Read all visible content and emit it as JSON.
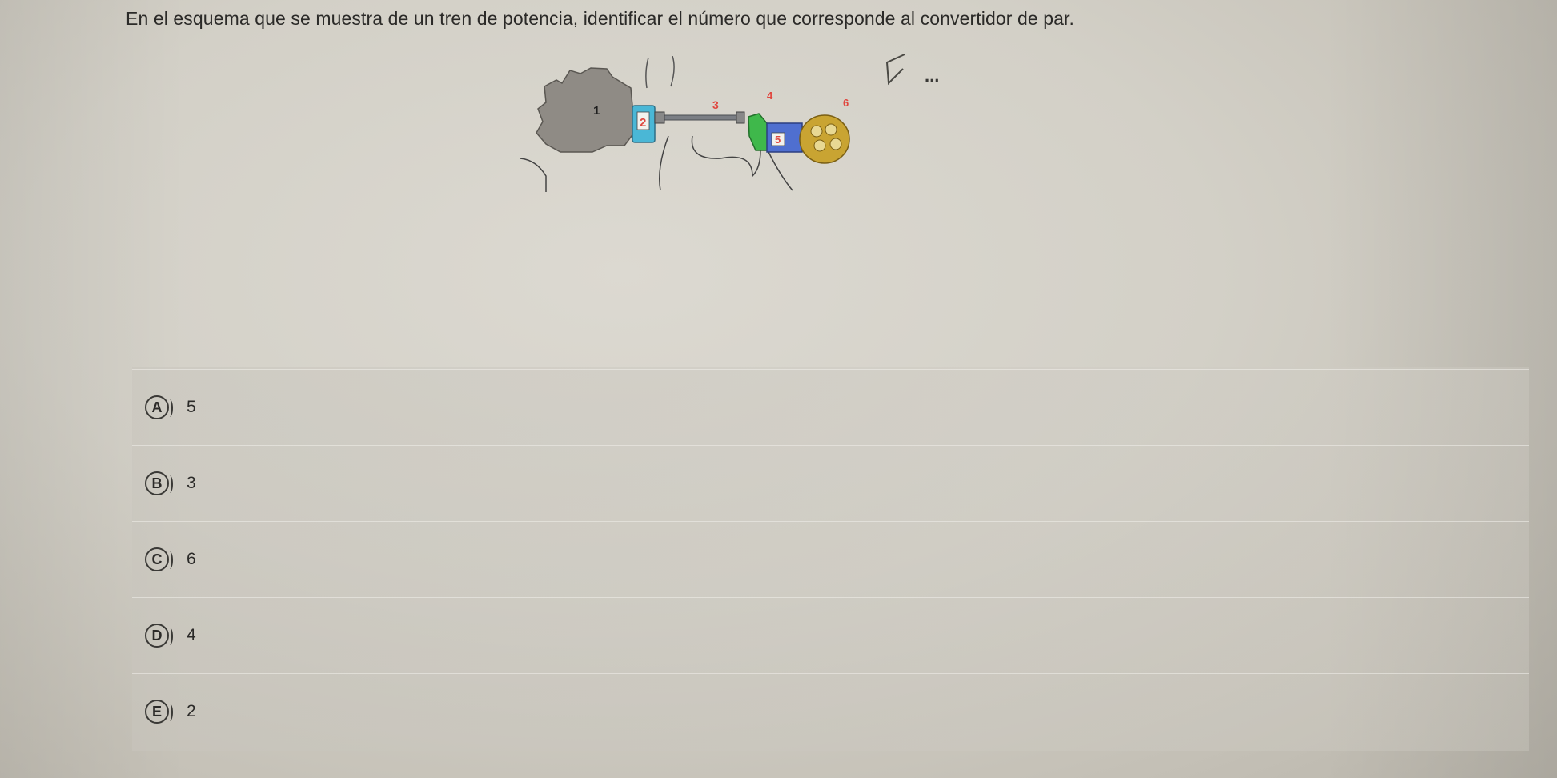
{
  "question": {
    "text": "En el esquema que se muestra de un tren de potencia, identificar el número que corresponde al convertidor de par."
  },
  "toolbar": {
    "more_label": "..."
  },
  "diagram": {
    "labels": [
      "1",
      "2",
      "3",
      "4",
      "5",
      "6"
    ],
    "colors": {
      "engine": "#8f8b85",
      "converter": "#4ab7d6",
      "shaft": "#7b7e84",
      "yoke": "#3fb84b",
      "transmission": "#4f6fd0",
      "planetary": "#c9a432",
      "label_red": "#e0473f"
    }
  },
  "options": [
    {
      "letter": "A",
      "value": "5"
    },
    {
      "letter": "B",
      "value": "3"
    },
    {
      "letter": "C",
      "value": "6"
    },
    {
      "letter": "D",
      "value": "4"
    },
    {
      "letter": "E",
      "value": "2"
    }
  ]
}
